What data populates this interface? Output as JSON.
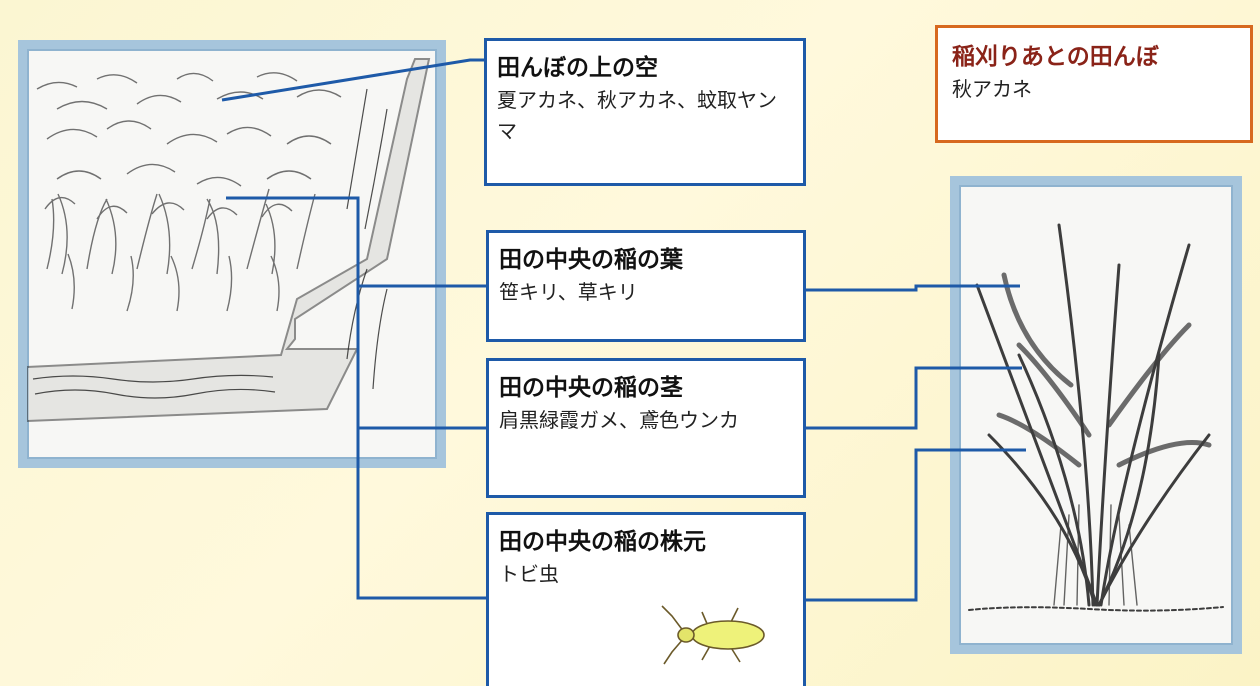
{
  "boxes": {
    "sky": {
      "title": "田んぼの上の空",
      "body": "夏アカネ、秋アカネ、蚊取ヤンマ"
    },
    "leaf": {
      "title": "田の中央の稲の葉",
      "body": "笹キリ、草キリ"
    },
    "stem": {
      "title": "田の中央の稲の茎",
      "body": "肩黒緑霞ガメ、鳶色ウンカ"
    },
    "root": {
      "title": "田の中央の稲の株元",
      "body": "トビ虫"
    },
    "harvest": {
      "title": "稲刈りあとの田んぼ",
      "body": "秋アカネ"
    }
  },
  "colors": {
    "background": "#fbf6d2",
    "frame_border": "#a6c5dc",
    "connector_line": "#1e5aa8",
    "harvest_border": "#d7691f",
    "harvest_title": "#8a2318",
    "insect_fill": "#eef27a"
  },
  "icons": {
    "field": "rice-paddy-sketch",
    "plant": "rice-plant-sketch",
    "insect": "planthopper-icon"
  }
}
